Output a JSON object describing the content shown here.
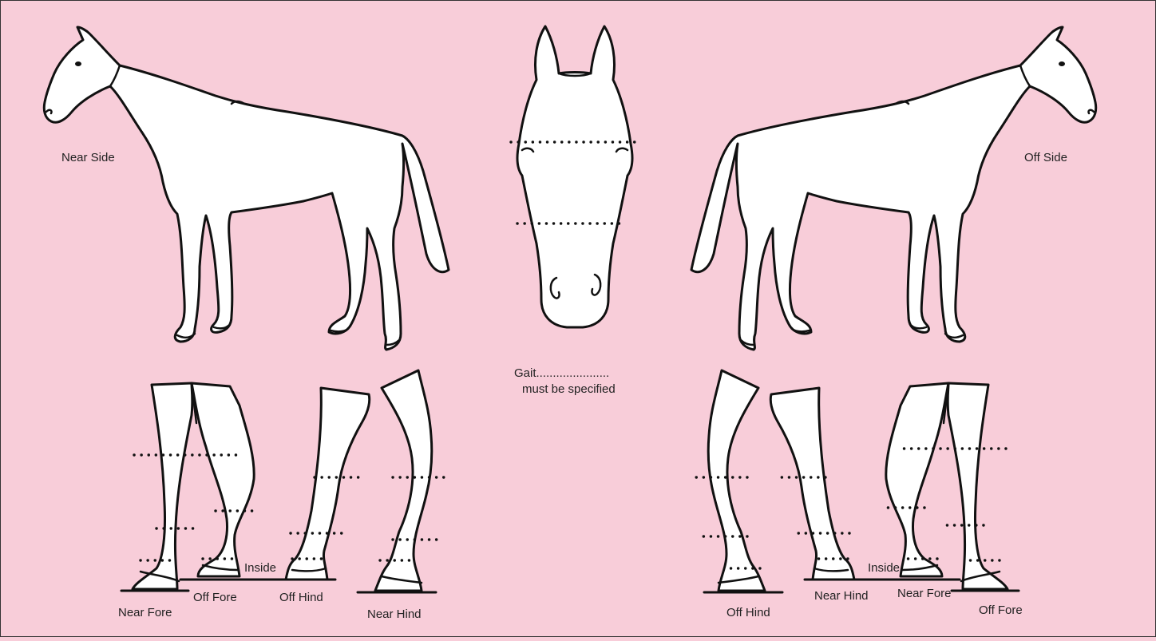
{
  "labels": {
    "near_side": "Near Side",
    "off_side": "Off Side",
    "gait_line1": "Gait......................",
    "gait_line2": "must be specified",
    "left_near_fore": "Near Fore",
    "left_off_fore": "Off Fore",
    "left_inside": "Inside",
    "left_off_hind": "Off Hind",
    "left_near_hind": "Near Hind",
    "right_off_hind": "Off Hind",
    "right_near_hind": "Near Hind",
    "right_inside": "Inside",
    "right_near_fore": "Near Fore",
    "right_off_fore": "Off Fore"
  },
  "colors": {
    "background": "#f8cdd9",
    "border": "#333333",
    "outline": "#111111",
    "fill": "#ffffff"
  }
}
